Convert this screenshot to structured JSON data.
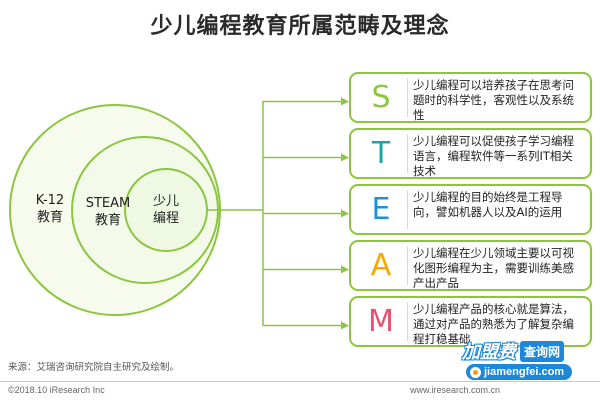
{
  "title": "少儿编程教育所属范畴及理念",
  "circles": {
    "outer": "K-12\n教育",
    "middle": "STEAM\n教育",
    "inner": "少儿\n编程"
  },
  "items": [
    {
      "letter": "S",
      "color": "#8cc63f",
      "text": "少儿编程可以培养孩子在思考问题时的科学性，客观性以及系统性"
    },
    {
      "letter": "T",
      "color": "#1aa6a6",
      "text": "少儿编程可以促使孩子学习编程语言，编程软件等一系列IT相关技术"
    },
    {
      "letter": "E",
      "color": "#1e90d8",
      "text": "少儿编程的目的始终是工程导向，譬如机器人以及AI的运用"
    },
    {
      "letter": "A",
      "color": "#f6a800",
      "text": "少儿编程在少儿领域主要以可视化图形编程为主，需要训练美感产出产品"
    },
    {
      "letter": "M",
      "color": "#e94f6e",
      "text": "少儿编程产品的核心就是算法，通过对产品的熟悉为了解复杂编程打稳基础"
    }
  ],
  "source": "来源：艾瑞咨询研究院自主研究及绘制。",
  "copyright": "©2018.10 iResearch Inc",
  "website": "www.iresearch.com.cn",
  "watermark": {
    "brand": "加盟费",
    "badge": "查询网",
    "url": "jiamengfei.com"
  },
  "colors": {
    "line": "#8cc63f",
    "circle_fill": "#f4fbe9"
  }
}
